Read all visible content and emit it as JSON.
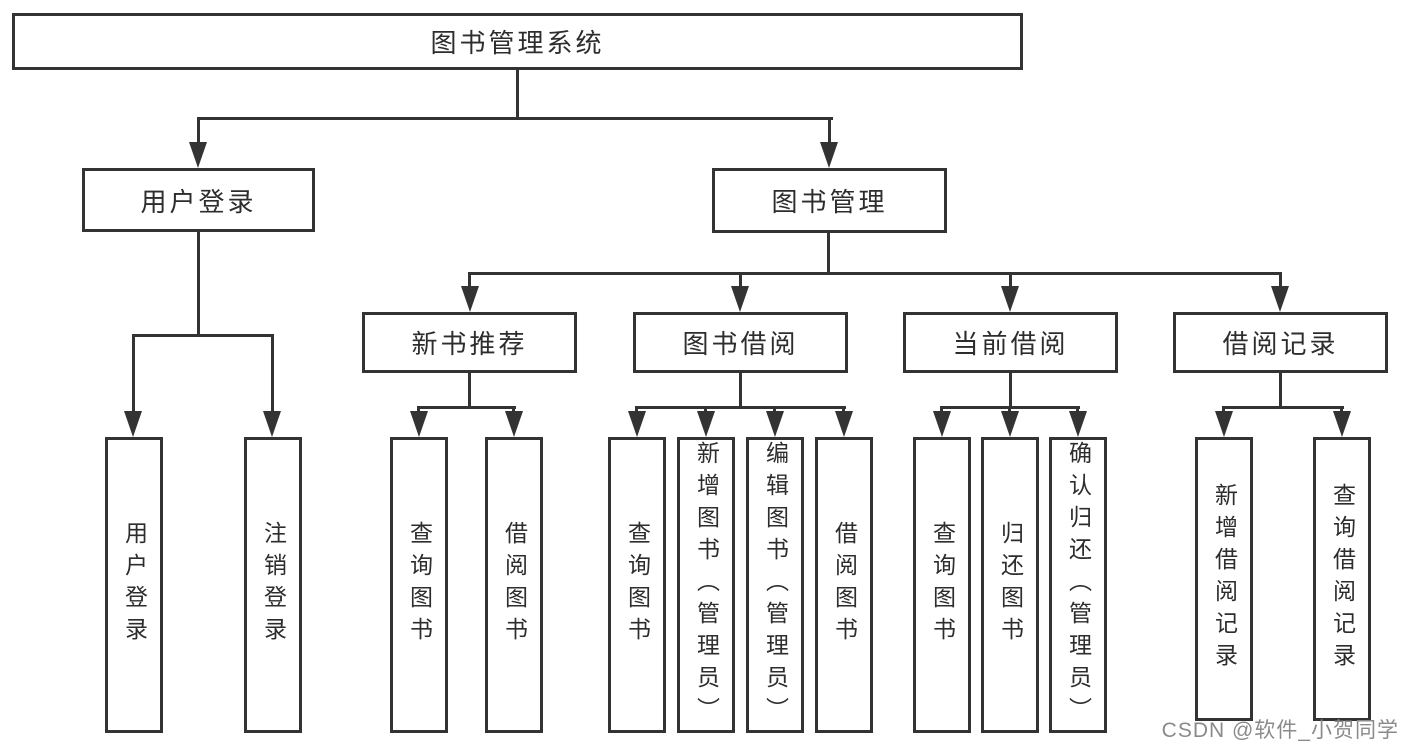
{
  "theme": {
    "line": "#333333",
    "text": "#2d2d2d",
    "background": "#ffffff",
    "watermark": "#8a8a8a"
  },
  "diagram": {
    "title": "图书管理系统",
    "level1": [
      {
        "label": "用户登录"
      },
      {
        "label": "图书管理"
      }
    ],
    "level2": [
      {
        "label": "新书推荐"
      },
      {
        "label": "图书借阅"
      },
      {
        "label": "当前借阅"
      },
      {
        "label": "借阅记录"
      }
    ],
    "leaves": [
      {
        "label": "用户登录"
      },
      {
        "label": "注销登录"
      },
      {
        "label": "查询图书"
      },
      {
        "label": "借阅图书"
      },
      {
        "label": "查询图书"
      },
      {
        "label": "新增图书（管理员）"
      },
      {
        "label": "编辑图书（管理员）"
      },
      {
        "label": "借阅图书"
      },
      {
        "label": "查询图书"
      },
      {
        "label": "归还图书"
      },
      {
        "label": "确认归还（管理员）"
      },
      {
        "label": "新增借阅记录"
      },
      {
        "label": "查询借阅记录"
      }
    ]
  },
  "watermark": {
    "text": "CSDN @软件_小贺同学"
  }
}
